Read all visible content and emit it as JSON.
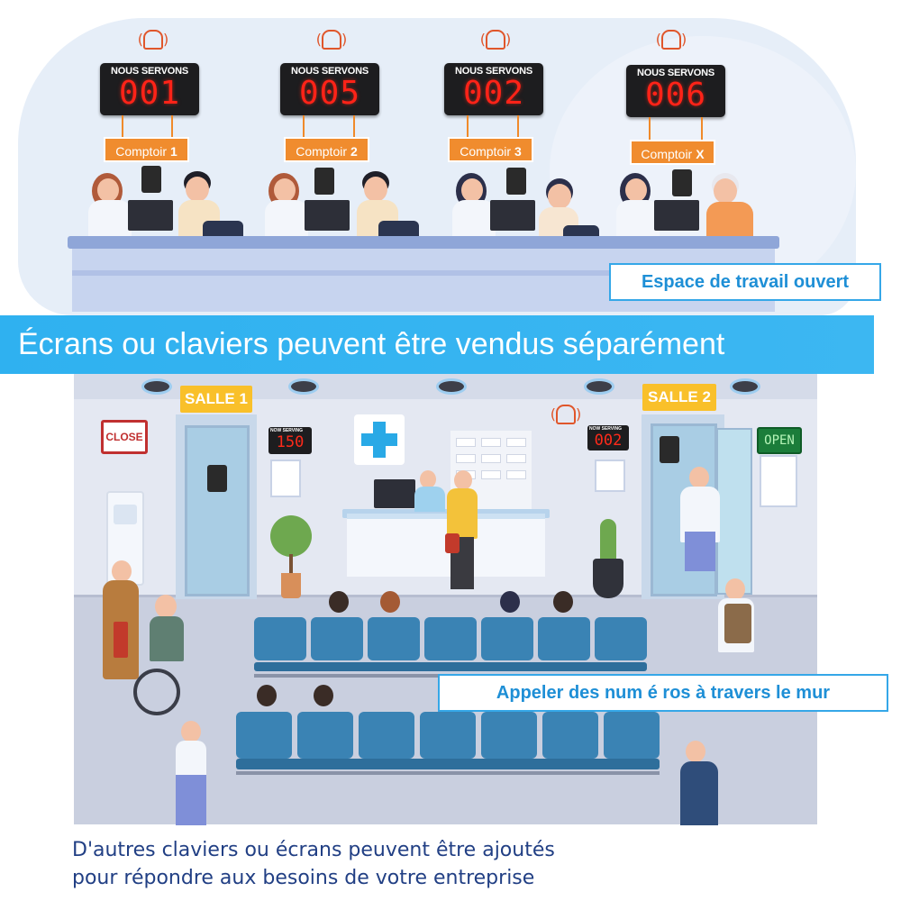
{
  "counters": [
    {
      "header": "NOUS SERVONS",
      "number": "001",
      "label_prefix": "Comptoir",
      "label_id": "1"
    },
    {
      "header": "NOUS SERVONS",
      "number": "005",
      "label_prefix": "Comptoir",
      "label_id": "2"
    },
    {
      "header": "NOUS SERVONS",
      "number": "002",
      "label_prefix": "Comptoir",
      "label_id": "3"
    },
    {
      "header": "NOUS SERVONS",
      "number": "006",
      "label_prefix": "Comptoir",
      "label_id": "X"
    }
  ],
  "open_workspace_label": "Espace de travail ouvert",
  "banner_text": "Écrans ou claviers peuvent être vendus séparément",
  "hospital": {
    "room1_sign": "SALLE 1",
    "room2_sign": "SALLE 2",
    "close_sign": "CLOSE",
    "open_sign": "OPEN",
    "display1": {
      "header": "NOW  SERVING",
      "number": "150"
    },
    "display2": {
      "header": "NOW  SERVING",
      "number": "002"
    }
  },
  "call_through_wall_label": "Appeler des num é ros  à  travers le mur",
  "footer": {
    "line1": "D'autres claviers ou écrans peuvent être ajoutés",
    "line2": "pour répondre aux besoins de votre entreprise"
  },
  "colors": {
    "accent_blue": "#35a7e8",
    "banner_blue": "#2fb1f0",
    "counter_orange": "#f08c2e",
    "led_red": "#ff2318",
    "room_sign_yellow": "#f9c02a",
    "footer_navy": "#213f84"
  },
  "icons": [
    "bell-icon",
    "keypad-icon",
    "medical-cross-icon",
    "wifi-signal-icon"
  ]
}
